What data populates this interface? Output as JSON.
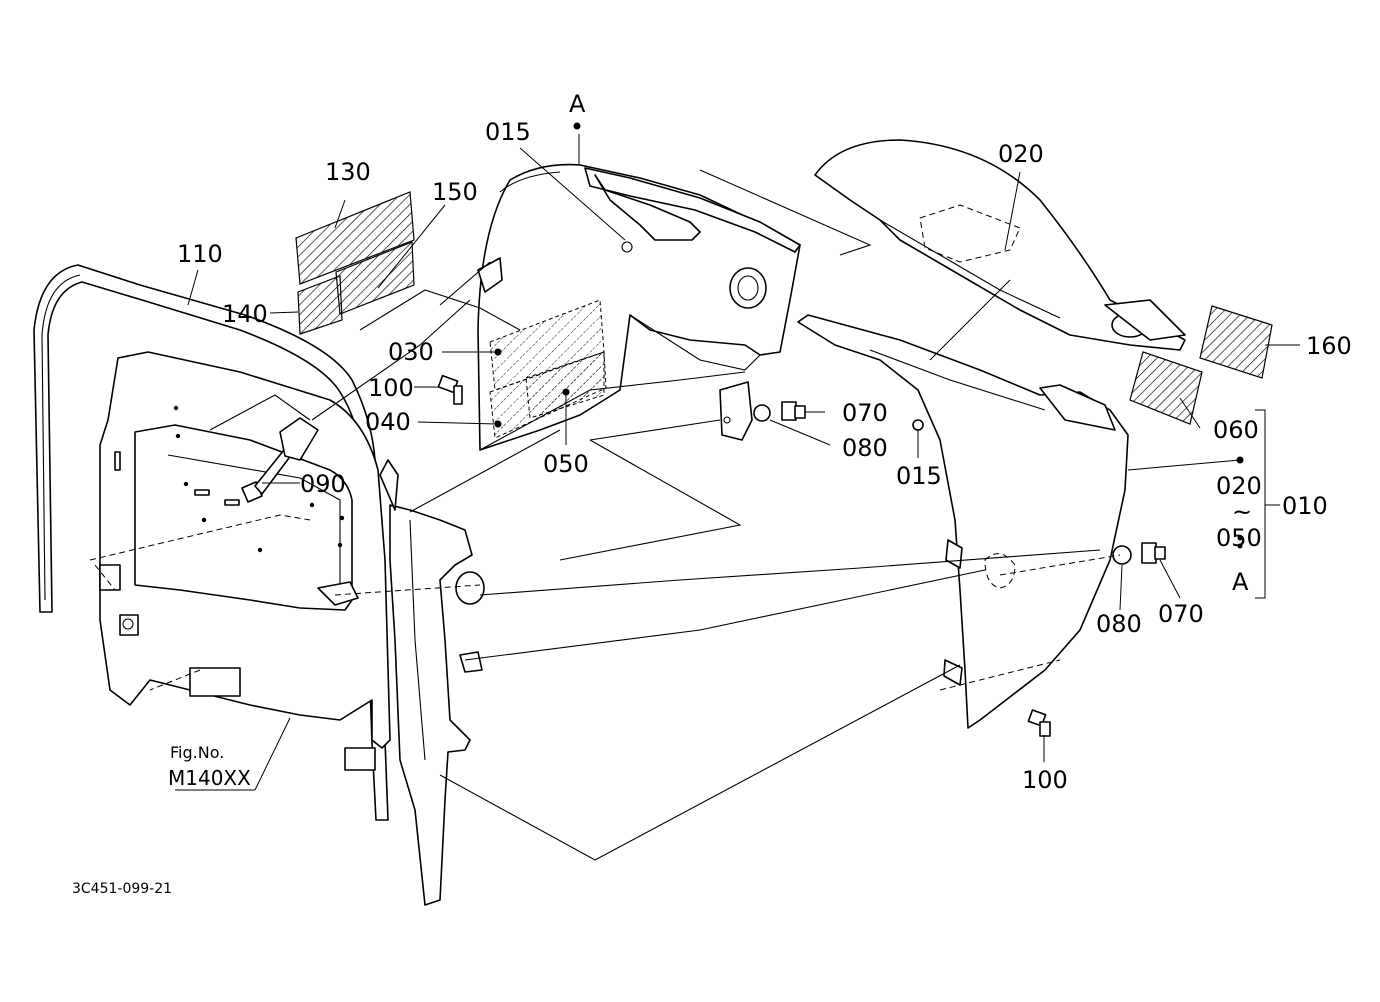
{
  "labels": {
    "a_top": "A",
    "p015_top": "015",
    "p130": "130",
    "p150": "150",
    "p110": "110",
    "p140": "140",
    "p030": "030",
    "p100_left": "100",
    "p040": "040",
    "p050": "050",
    "p090": "090",
    "p070_mid": "070",
    "p080_mid": "080",
    "p015_right": "015",
    "p020": "020",
    "p160": "160",
    "p060": "060",
    "p020_range": "020",
    "tilde": "~",
    "p050_range": "050",
    "a_range": "A",
    "p010": "010",
    "p080_right": "080",
    "p070_right": "070",
    "p100_bottom": "100"
  },
  "reference": {
    "fig_no": "Fig.No.",
    "fig_code": "M140XX"
  },
  "drawing_code": "3C451-099-21"
}
